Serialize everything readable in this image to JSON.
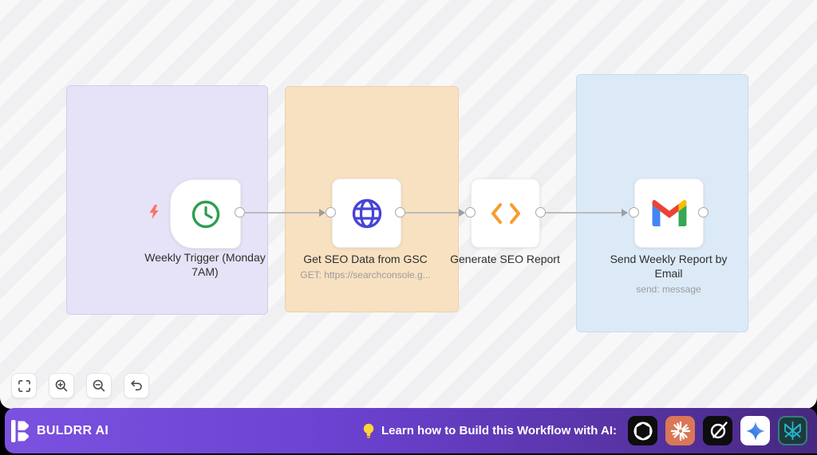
{
  "canvas": {
    "nodes": [
      {
        "id": "weekly-trigger",
        "label": "Weekly Trigger (Monday 7AM)",
        "subtitle": "",
        "icon": "clock-icon"
      },
      {
        "id": "get-seo-data",
        "label": "Get SEO Data from GSC",
        "subtitle": "GET: https://searchconsole.g...",
        "icon": "globe-icon"
      },
      {
        "id": "generate-report",
        "label": "Generate SEO Report",
        "subtitle": "",
        "icon": "code-icon"
      },
      {
        "id": "send-email",
        "label": "Send Weekly Report by Email",
        "subtitle": "send: message",
        "icon": "gmail-icon"
      }
    ],
    "groups": [
      {
        "name": "trigger-group",
        "color": "#e6e2f7"
      },
      {
        "name": "fetch-group",
        "color": "#f8e1c1"
      },
      {
        "name": "email-group",
        "color": "#dceaf8"
      }
    ],
    "controls": [
      {
        "icon": "fit-view-icon"
      },
      {
        "icon": "zoom-in-icon"
      },
      {
        "icon": "zoom-out-icon"
      },
      {
        "icon": "undo-icon"
      }
    ]
  },
  "footer": {
    "brand": "BULDRR AI",
    "bulb": "lightbulb-icon",
    "cta": "Learn how to Build this Workflow with AI:",
    "ai_icons": [
      "openai",
      "claude",
      "grok",
      "gemini",
      "perplexity"
    ]
  },
  "colors": {
    "clock_green": "#2f9e4f",
    "globe_indigo": "#4643d6",
    "code_orange": "#f79c2e",
    "trigger_bolt": "#ff7263",
    "connector": "#bcbcbc",
    "bar_gradient_left": "#7b51e0",
    "bar_gradient_right": "#47287f",
    "claude_bg": "#da7756",
    "perplexity_teal": "#22b8cd"
  }
}
